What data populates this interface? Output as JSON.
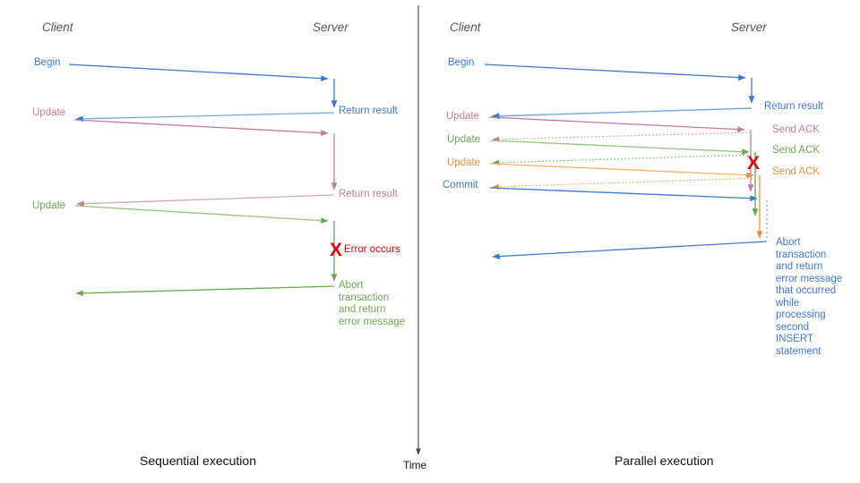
{
  "figure": {
    "colors": {
      "blue": "#3c78d8",
      "blue_light": "#6fa8dc",
      "pink": "#c27ba0",
      "pink_light": "#d5a6bd",
      "green": "#6aa84f",
      "green_light": "#93c47d",
      "orange": "#e69138",
      "orange_light": "#f6b26b",
      "red": "#e8000d",
      "gray": "#555555",
      "axis": "#444444"
    },
    "time_axis": {
      "label": "Time"
    }
  },
  "left_panel": {
    "caption": "Sequential execution",
    "actors": {
      "client": "Client",
      "server": "Server"
    },
    "messages": [
      {
        "id": "begin",
        "label": "Begin",
        "color": "blue",
        "dir": "c2s"
      },
      {
        "id": "ret1",
        "label": "Return result",
        "color": "blue",
        "dir": "s2c"
      },
      {
        "id": "update1",
        "label": "Update",
        "color": "pink",
        "dir": "c2s"
      },
      {
        "id": "ret2",
        "label": "Return result",
        "color": "pink",
        "dir": "s2c"
      },
      {
        "id": "update2",
        "label": "Update",
        "color": "green",
        "dir": "c2s"
      },
      {
        "id": "abort",
        "label": "Abort\ntransaction\nand return\nerror message",
        "color": "green",
        "dir": "s2c"
      }
    ],
    "error": {
      "mark": "X",
      "label": "Error occurs",
      "color": "red"
    }
  },
  "right_panel": {
    "caption": "Parallel execution",
    "actors": {
      "client": "Client",
      "server": "Server"
    },
    "messages": [
      {
        "id": "begin",
        "label": "Begin",
        "color": "blue",
        "dir": "c2s"
      },
      {
        "id": "ret1",
        "label": "Return result",
        "color": "blue",
        "dir": "s2c"
      },
      {
        "id": "update1",
        "label": "Update",
        "color": "pink",
        "dir": "c2s"
      },
      {
        "id": "ack1",
        "label": "Send ACK",
        "color": "pink",
        "dir": "s2c"
      },
      {
        "id": "update2",
        "label": "Update",
        "color": "green",
        "dir": "c2s"
      },
      {
        "id": "ack2",
        "label": "Send ACK",
        "color": "green",
        "dir": "s2c"
      },
      {
        "id": "update3",
        "label": "Update",
        "color": "orange",
        "dir": "c2s"
      },
      {
        "id": "ack3",
        "label": "Send ACK",
        "color": "orange",
        "dir": "s2c"
      },
      {
        "id": "commit",
        "label": "Commit",
        "color": "blue",
        "dir": "c2s"
      },
      {
        "id": "abort",
        "label": "Abort\ntransaction\nand return\nerror message\nthat occurred\nwhile\nprocessing\nsecond\nINSERT\nstatement",
        "color": "blue",
        "dir": "s2c"
      }
    ],
    "error": {
      "mark": "X",
      "color": "red"
    }
  }
}
